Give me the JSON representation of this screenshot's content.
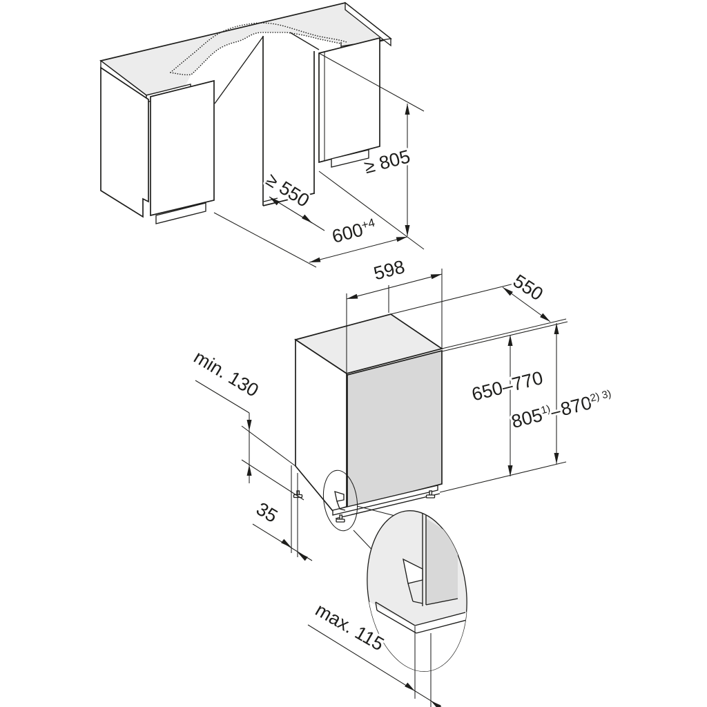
{
  "diagram_type": "built-in dishwasher installation dimensions, isometric line drawing, two views",
  "top_view": {
    "description": "kitchen niche between two base cabinets under a worktop with wavy cut-away break line",
    "niche_depth_label": "≥ 550",
    "niche_height_label": "≥ 805",
    "niche_width_value": "600",
    "niche_width_tolerance": "+4"
  },
  "appliance_view": {
    "description": "appliance body with door panel, adjustable feet and magnified plinth detail",
    "width_label": "598",
    "depth_label": "550",
    "height_adjust_label": "650–770",
    "height_total_min": "805",
    "height_total_min_footnote": "1)",
    "height_total_separator": "–",
    "height_total_max": "870",
    "height_total_max_footnote": "2) 3)",
    "plinth_height_label": "min. 130",
    "door_clearance_label": "35",
    "toe_kick_depth_label": "max. 115"
  },
  "colors": {
    "line": "#1d1d1b",
    "surface": "#ececec",
    "panel": "#d8d8d8",
    "bg": "#ffffff"
  }
}
